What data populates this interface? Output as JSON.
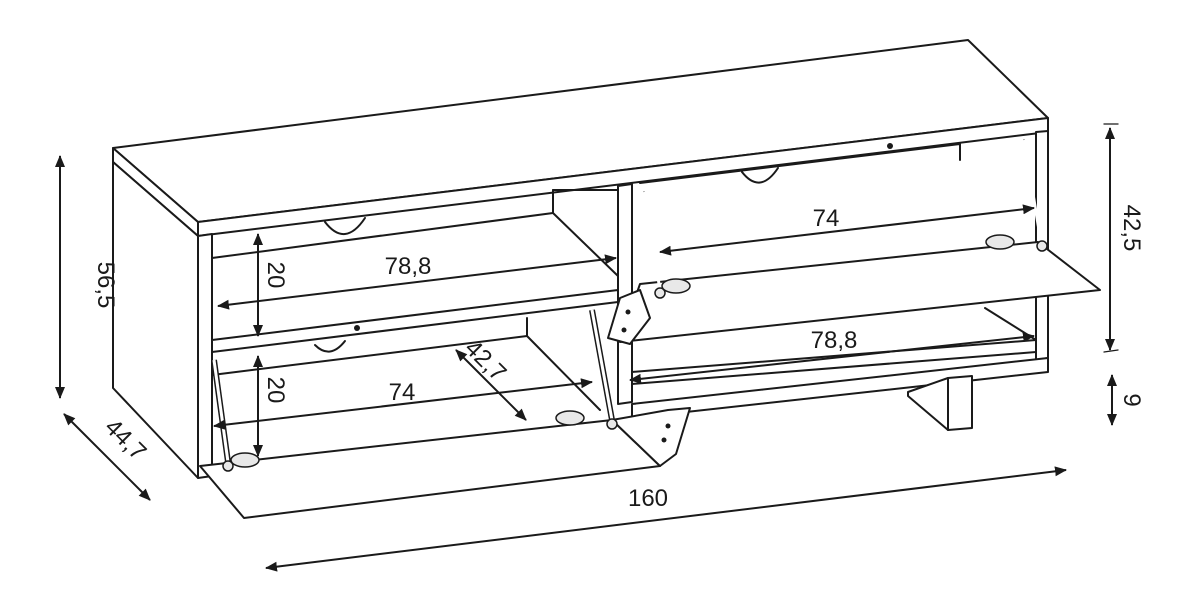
{
  "dimensions": {
    "total_height": "56,5",
    "depth": "44,7",
    "width": "160",
    "front_height": "42,5",
    "leg_height": "9",
    "upper_left_width": "78,8",
    "upper_left_height": "20",
    "upper_right_width": "74",
    "lower_right_width": "78,8",
    "lower_left_width": "74",
    "lower_left_height": "20",
    "compartment_depth": "42,7"
  },
  "colors": {
    "line": "#1a1a1a",
    "background": "#ffffff",
    "panel_shade": "#e8e8e8"
  }
}
